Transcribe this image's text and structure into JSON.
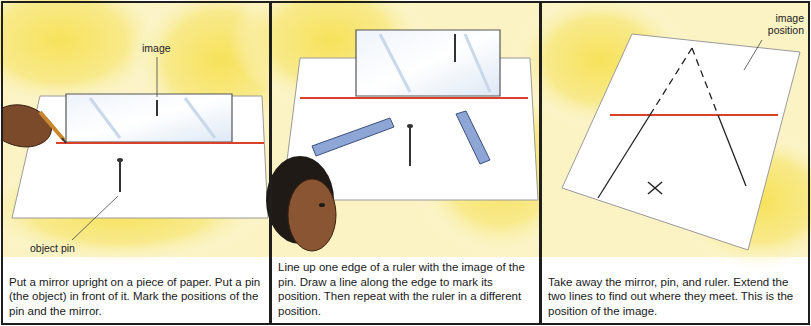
{
  "diagram": {
    "nodes": [
      {
        "text": [
          "Put a mirror upright on a piece of paper. Put a pin (the object) in front of it. Mark the positions of the pin and the mirror."
        ]
      },
      {
        "text": [
          "Line up one edge of a ruler with the image of the pin. Draw a line along the edge to mark its position. Then repeat with the ruler in a different position."
        ]
      },
      {
        "text": [
          "Take away the mirror, pin, and ruler. Extend the two lines to find out where they meet. This is the position of the image."
        ]
      }
    ],
    "labels": [
      "image",
      "object pin",
      "image position"
    ]
  }
}
